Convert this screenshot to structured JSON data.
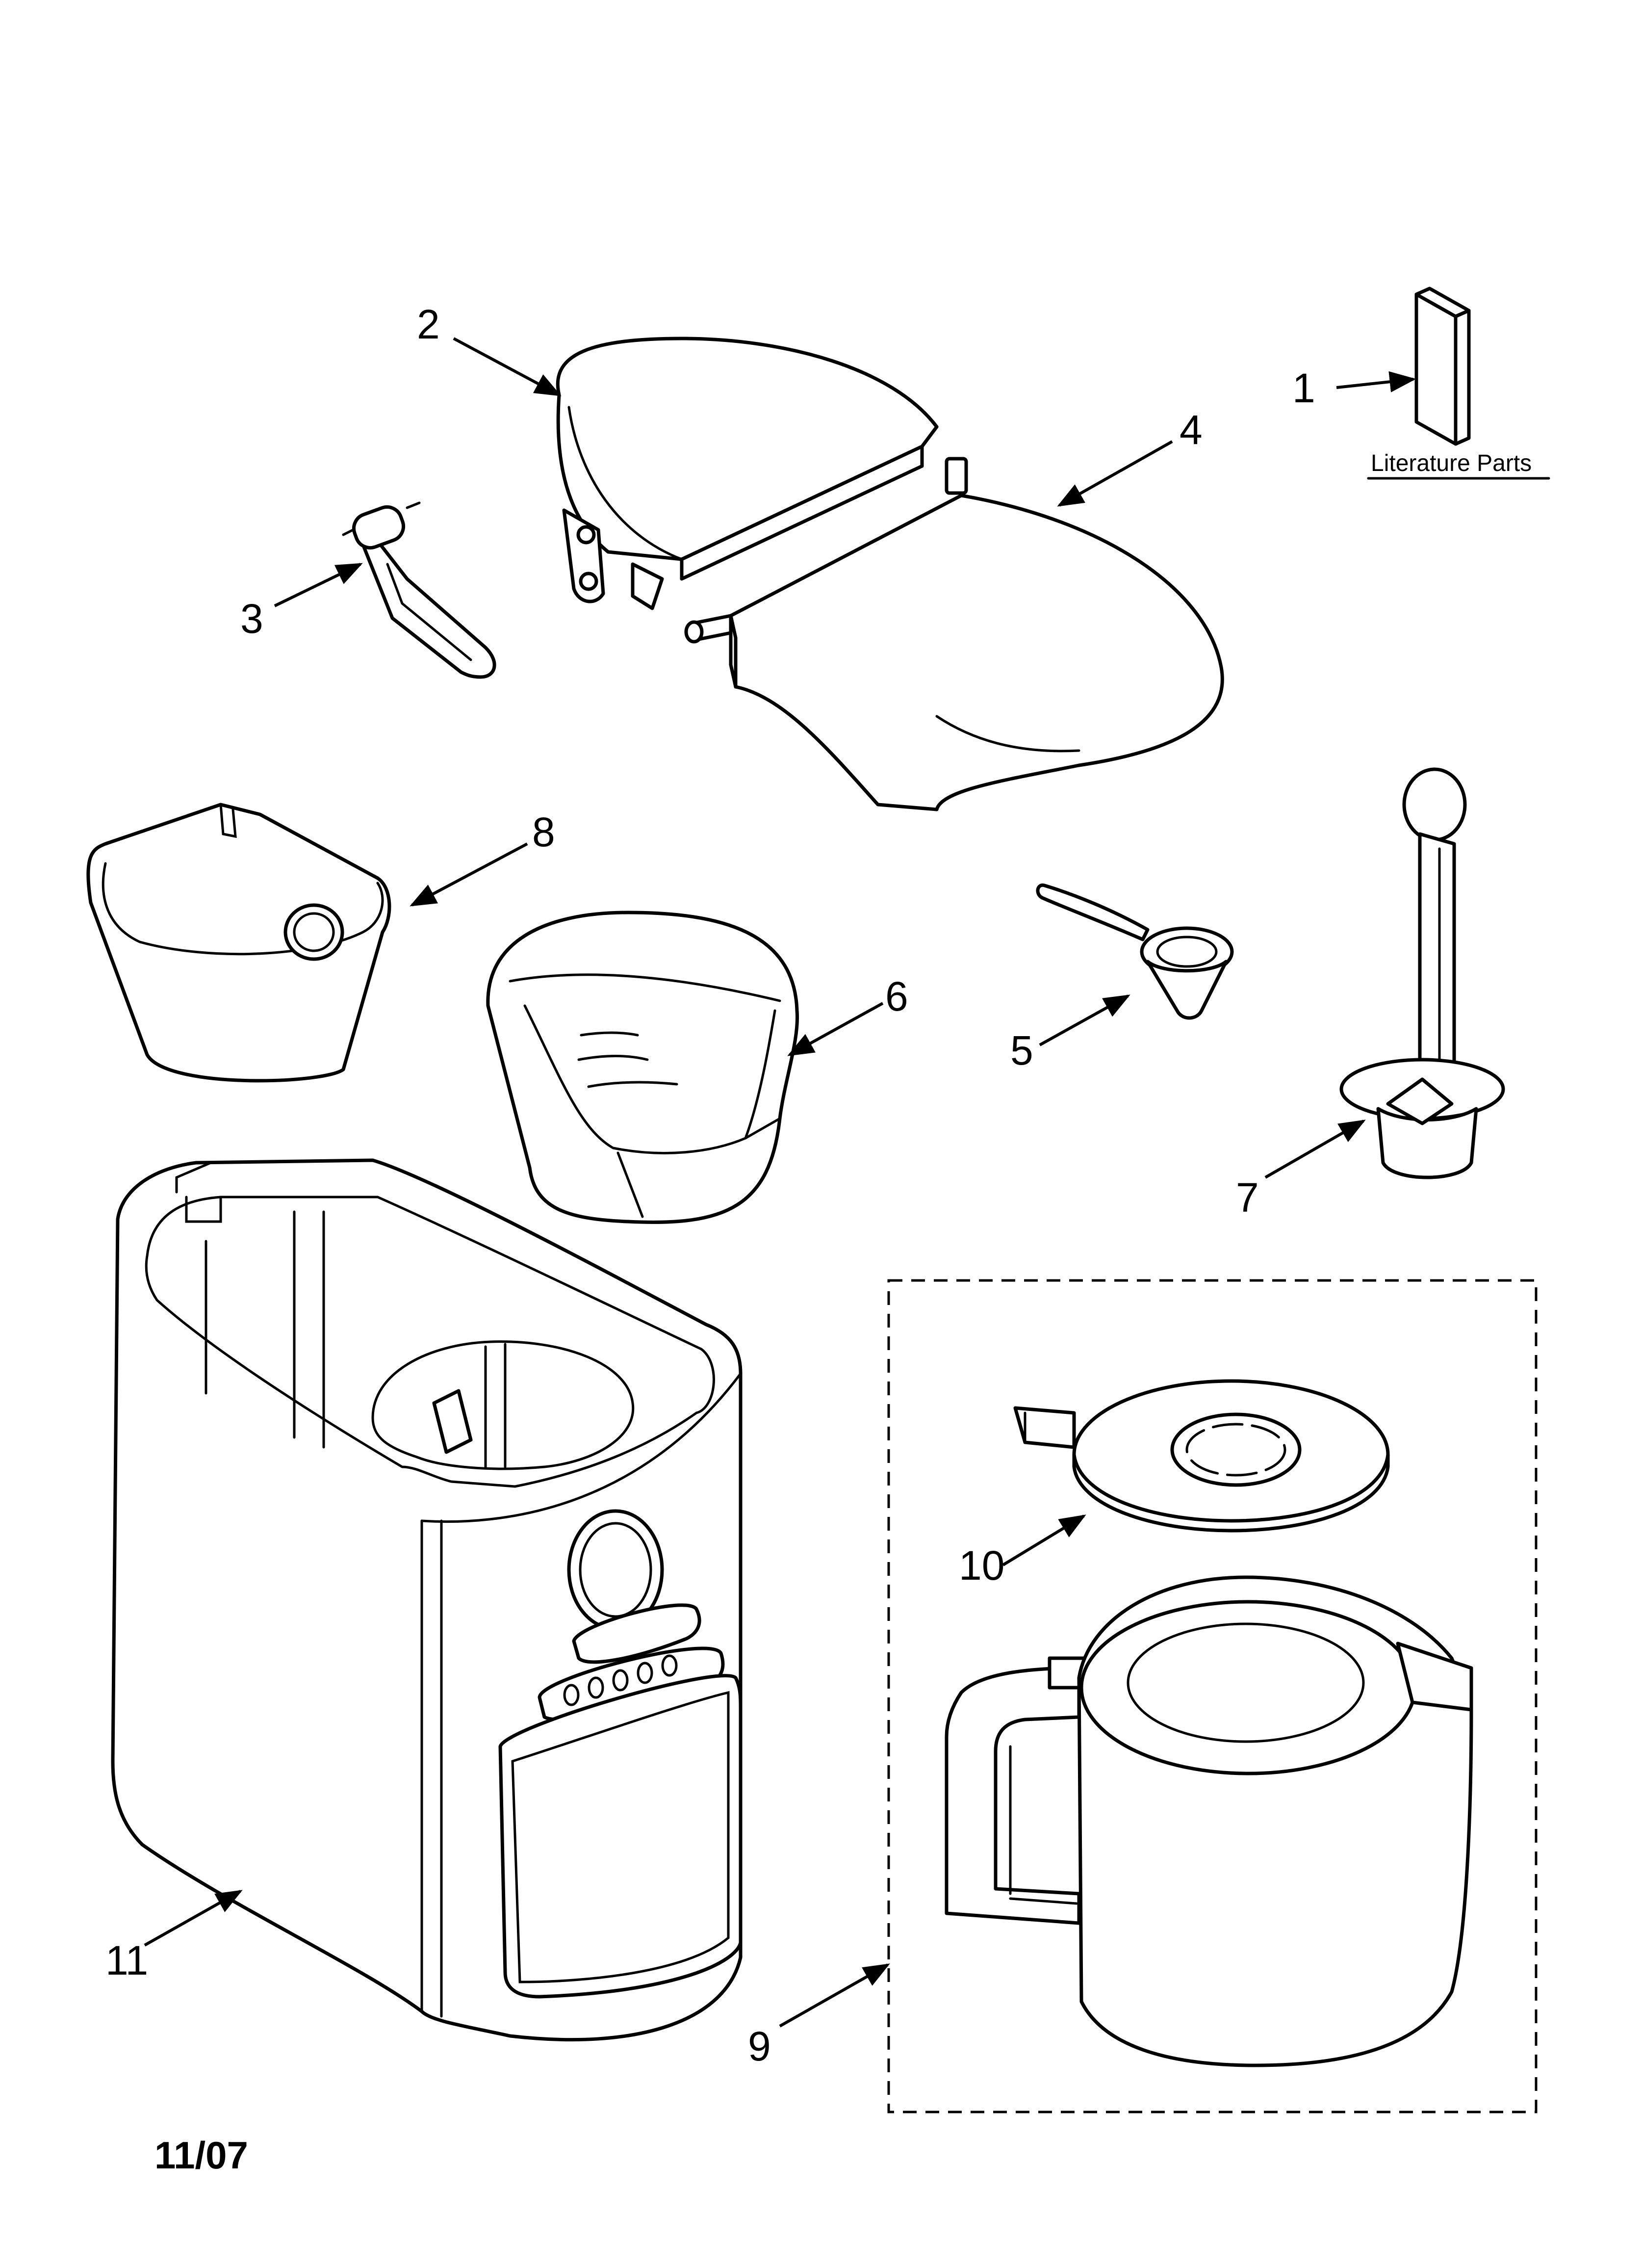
{
  "callouts": {
    "c1": "1",
    "c2": "2",
    "c3": "3",
    "c4": "4",
    "c5": "5",
    "c6": "6",
    "c7": "7",
    "c8": "8",
    "c9": "9",
    "c10": "10",
    "c11": "11"
  },
  "literature_label": "Literature Parts",
  "date_code": "11/07"
}
